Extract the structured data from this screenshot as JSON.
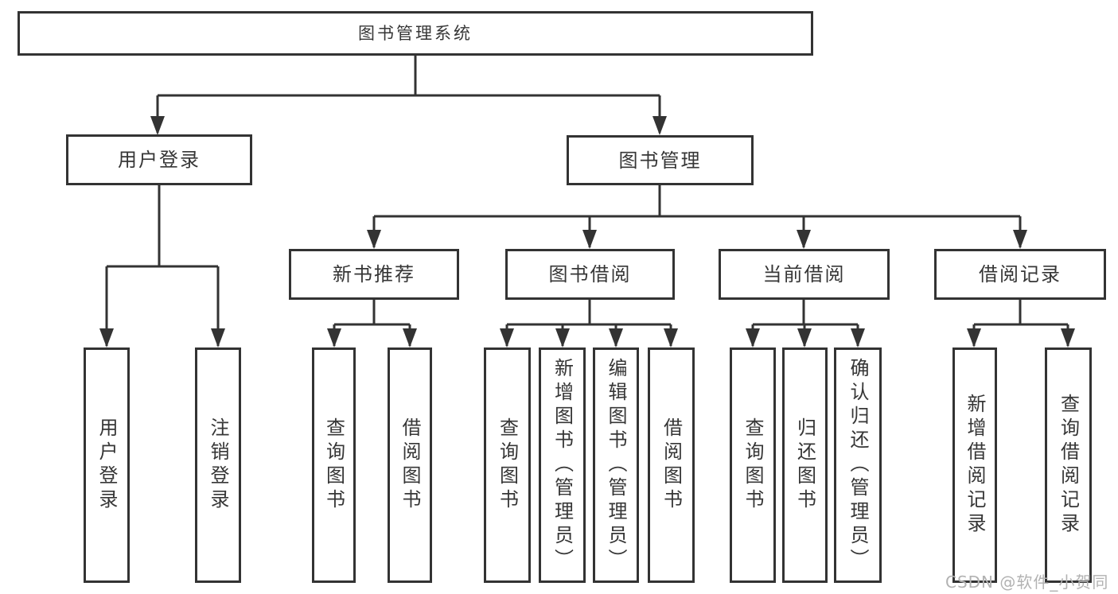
{
  "diagram": {
    "root": {
      "label": "图书管理系统"
    },
    "branches": [
      {
        "label": "用户登录",
        "children": [
          {
            "label": "用户登录"
          },
          {
            "label": "注销登录"
          }
        ]
      },
      {
        "label": "图书管理",
        "children": [
          {
            "label": "新书推荐",
            "children": [
              {
                "label": "查询图书"
              },
              {
                "label": "借阅图书"
              }
            ]
          },
          {
            "label": "图书借阅",
            "children": [
              {
                "label": "查询图书"
              },
              {
                "label": "新增图书（管理员）"
              },
              {
                "label": "编辑图书（管理员）"
              },
              {
                "label": "借阅图书"
              }
            ]
          },
          {
            "label": "当前借阅",
            "children": [
              {
                "label": "查询图书"
              },
              {
                "label": "归还图书"
              },
              {
                "label": "确认归还（管理员）"
              }
            ]
          },
          {
            "label": "借阅记录",
            "children": [
              {
                "label": "新增借阅记录"
              },
              {
                "label": "查询借阅记录"
              }
            ]
          }
        ]
      }
    ]
  },
  "watermark": {
    "text": "CSDN @软件_小贺同学"
  },
  "colors": {
    "line": "#333333",
    "box_border": "#333333",
    "text": "#363636",
    "watermark": "#b2b2b2",
    "background": "#ffffff"
  }
}
